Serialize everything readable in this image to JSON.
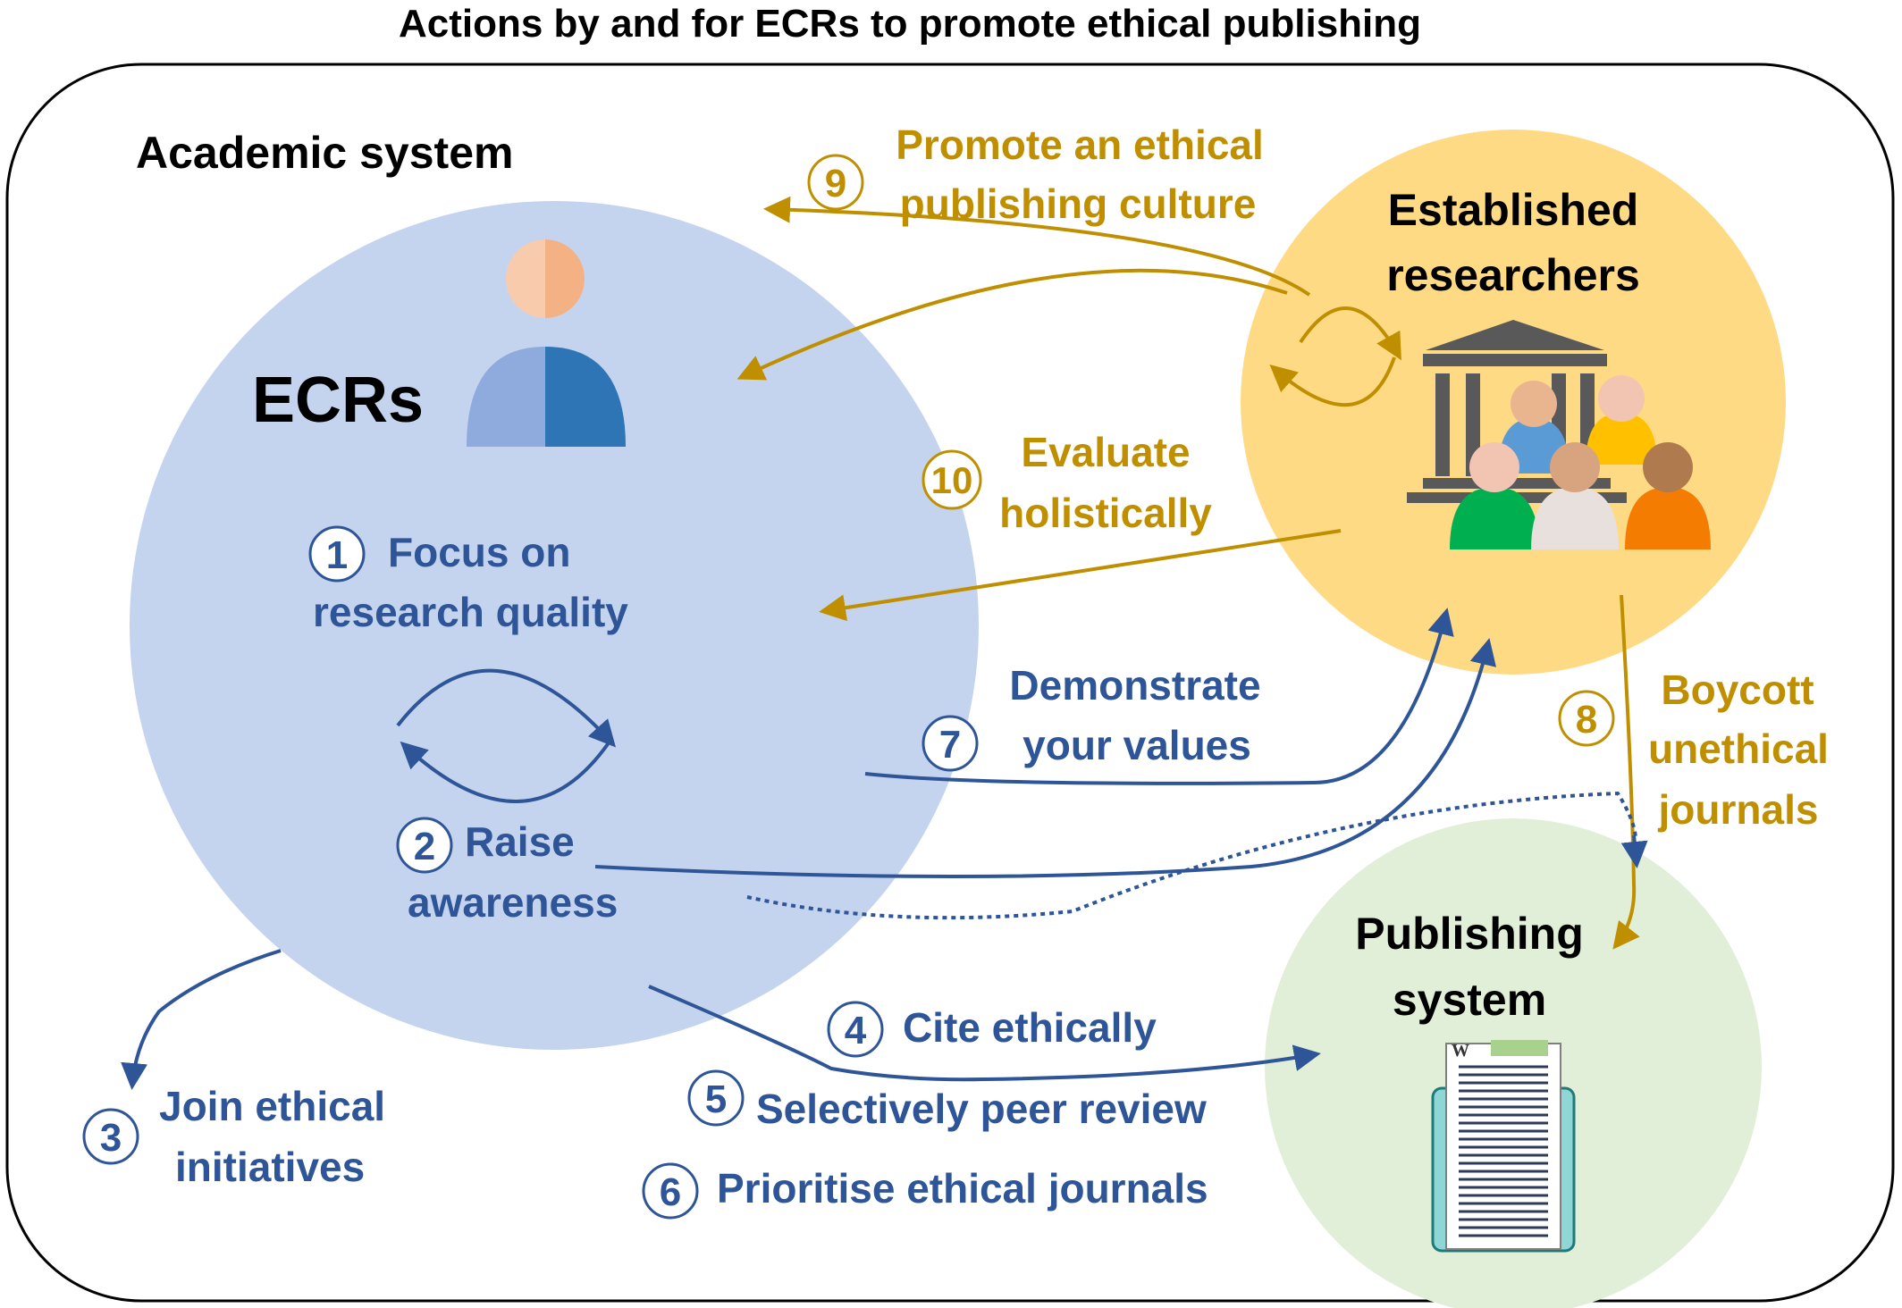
{
  "title": "Actions by and for ECRs to promote ethical publishing",
  "academic_system": "Academic system",
  "nodes": {
    "ecrs": "ECRs",
    "established_line1": "Established",
    "established_line2": "researchers",
    "publishing_line1": "Publishing",
    "publishing_line2": "system"
  },
  "actions": [
    {
      "num": "1",
      "lines": [
        "Focus on",
        "research quality"
      ]
    },
    {
      "num": "2",
      "lines": [
        "Raise",
        "awareness"
      ]
    },
    {
      "num": "3",
      "lines": [
        "Join ethical",
        "initiatives"
      ]
    },
    {
      "num": "4",
      "lines": [
        "Cite ethically"
      ]
    },
    {
      "num": "5",
      "lines": [
        "Selectively peer review"
      ]
    },
    {
      "num": "6",
      "lines": [
        "Prioritise ethical journals"
      ]
    },
    {
      "num": "7",
      "lines": [
        "Demonstrate",
        "your values"
      ]
    },
    {
      "num": "8",
      "lines": [
        "Boycott",
        "unethical",
        "journals"
      ]
    },
    {
      "num": "9",
      "lines": [
        "Promote an ethical",
        "publishing culture"
      ]
    },
    {
      "num": "10",
      "lines": [
        "Evaluate",
        "holistically"
      ]
    }
  ],
  "doc_icon_letter": "W",
  "colors": {
    "blue_text": "#2E5597",
    "gold_text": "#BF8F00",
    "ecr_circle": "#C5D4EE",
    "established_circle": "#FFDA85",
    "publishing_circle": "#E2EFD8"
  }
}
